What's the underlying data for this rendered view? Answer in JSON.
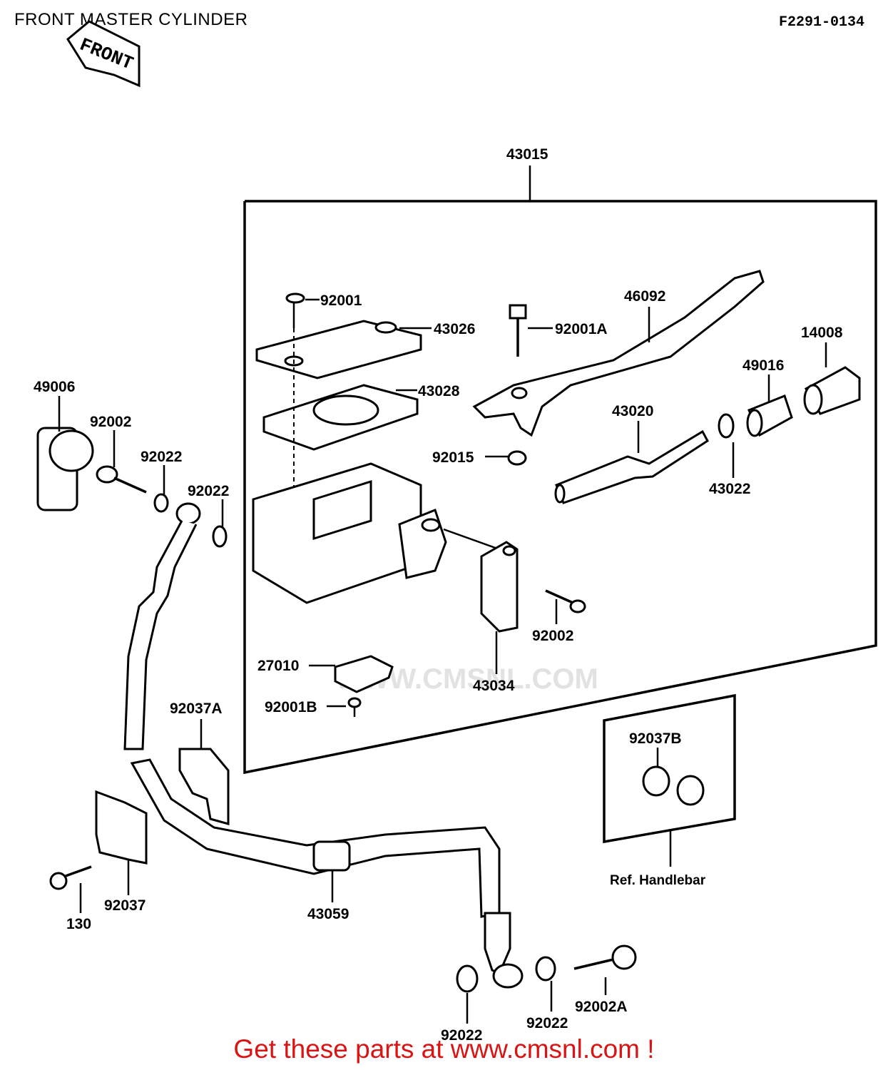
{
  "title": "FRONT MASTER CYLINDER",
  "figure_code": "F2291-0134",
  "front_arrow_label": "FRONT",
  "watermark": "WWW.CMSNL.COM",
  "footer": "Get these parts at www.cmsnl.com !",
  "ref_label": "Ref. Handlebar",
  "labels": {
    "p43015": "43015",
    "p92001": "92001",
    "p43026": "43026",
    "p92001A": "92001A",
    "p46092": "46092",
    "p14008": "14008",
    "p49016": "49016",
    "p43028": "43028",
    "p49006": "49006",
    "p92002_top": "92002",
    "p92022_a": "92022",
    "p92022_b": "92022",
    "p43020": "43020",
    "p92015": "92015",
    "p43022": "43022",
    "p92002_mid": "92002",
    "p43034": "43034",
    "p27010": "27010",
    "p92001B": "92001B",
    "p92037A": "92037A",
    "p92037B": "92037B",
    "p92037": "92037",
    "p130": "130",
    "p43059": "43059",
    "p92002A": "92002A",
    "p92022_c": "92022",
    "p92022_d": "92022"
  }
}
